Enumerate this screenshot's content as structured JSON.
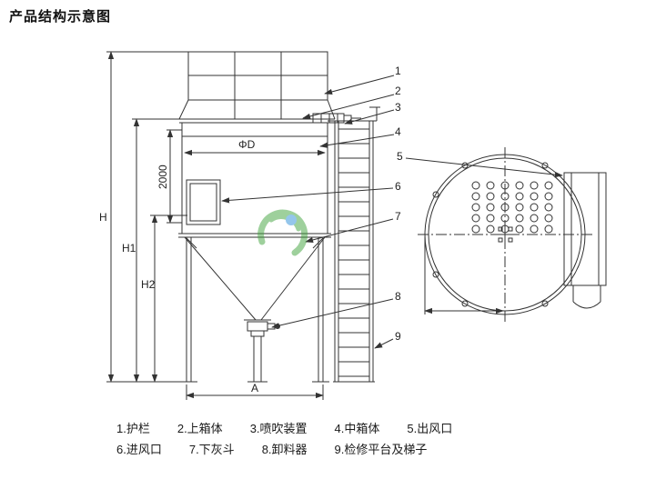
{
  "page": {
    "title": "产品结构示意图"
  },
  "drawing": {
    "dims": {
      "H": "H",
      "H1": "H1",
      "H2": "H2",
      "A": "A",
      "phiD": "ΦD",
      "d2000": "2000"
    },
    "callouts": [
      "1",
      "2",
      "3",
      "4",
      "5",
      "6",
      "7",
      "8",
      "9"
    ]
  },
  "legend": {
    "row1": [
      "1.护栏",
      "2.上箱体",
      "3.喷吹装置",
      "4.中箱体",
      "5.出风口"
    ],
    "row2": [
      "6.进风口",
      "7.下灰斗",
      "8.卸料器",
      "9.检修平台及梯子"
    ]
  },
  "colors": {
    "line": "#333333",
    "watermark_green": "#3fa33c",
    "watermark_blue": "#2b8fd8"
  }
}
